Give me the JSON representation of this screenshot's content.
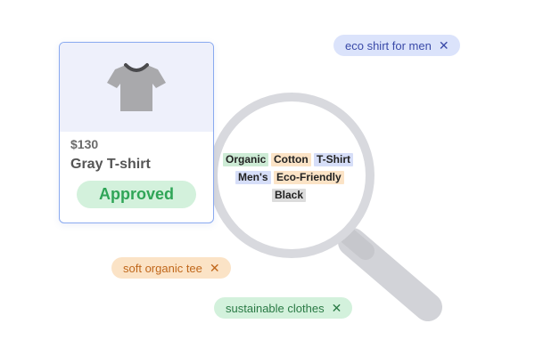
{
  "product": {
    "price": "$130",
    "title": "Gray T-shirt",
    "status": "Approved",
    "image_icon": "tshirt-icon"
  },
  "lens_tags": [
    {
      "label": "Organic",
      "color": "#cdebd5"
    },
    {
      "label": "Cotton",
      "color": "#fbe3c6"
    },
    {
      "label": "T-Shirt",
      "color": "#d6def8"
    },
    {
      "label": "Men's",
      "color": "#d6def8"
    },
    {
      "label": "Eco-Friendly",
      "color": "#fbe3c6"
    },
    {
      "label": "Black",
      "color": "#dcdcdc"
    }
  ],
  "search_chips": [
    {
      "label": "eco shirt for men",
      "close_icon": "close-icon",
      "bg": "#dbe3fb",
      "fg": "#3a4aa8"
    },
    {
      "label": "soft organic tee",
      "close_icon": "close-icon",
      "bg": "#fbe3c6",
      "fg": "#c0671b"
    },
    {
      "label": "sustainable clothes",
      "close_icon": "close-icon",
      "bg": "#d3f1dc",
      "fg": "#2a7a45"
    }
  ],
  "colors": {
    "card_border": "#8aaaf0",
    "approved_bg": "#d3f1dc",
    "approved_text": "#2fa557",
    "lens_ring": "#d8d9de",
    "handle": "#d2d3d8"
  }
}
